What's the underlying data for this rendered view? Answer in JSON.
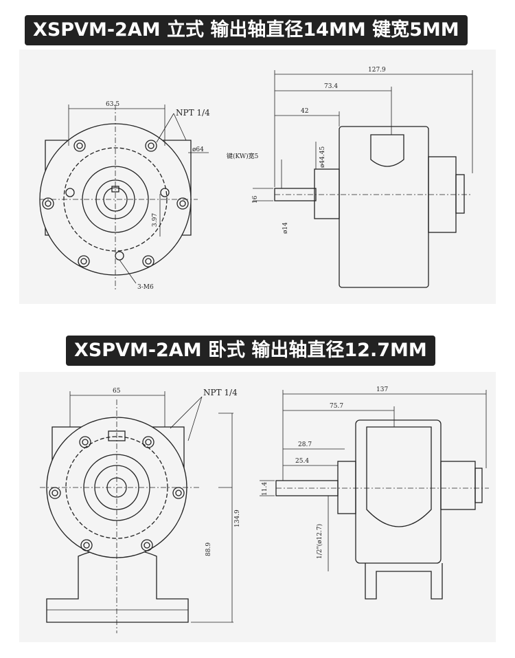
{
  "banners": {
    "top": "XSPVM-2AM 立式 输出轴直径14MM 键宽5MM",
    "bottom": "XSPVM-2AM 卧式 输出轴直径12.7MM"
  },
  "diagram_top": {
    "front": {
      "dim_width": "63.5",
      "npt": "NPT 1/4",
      "dim_bore": "ø64",
      "dim_offset": "3.97",
      "thread": "3-M6"
    },
    "side": {
      "dim_total": "127.9",
      "dim_mid": "73.4",
      "dim_short": "42",
      "dim_pilot": "ø44.45",
      "key_note": "键(KW)宽5",
      "dim_key_h": "16",
      "dim_shaft": "ø14"
    }
  },
  "diagram_bottom": {
    "front": {
      "dim_width": "65",
      "npt": "NPT 1/4",
      "dim_height_total": "134.9",
      "dim_height_center": "88.9"
    },
    "side": {
      "dim_total": "137",
      "dim_mid": "75.7",
      "dim_shaft_len": "28.7",
      "dim_shaft_short": "25.4",
      "dim_flat": "11.4",
      "dim_shaft": "1/2\"(ø12.7)"
    }
  },
  "colors": {
    "banner_bg": "#222222",
    "panel_bg": "#f4f4f4",
    "line": "#222222"
  }
}
